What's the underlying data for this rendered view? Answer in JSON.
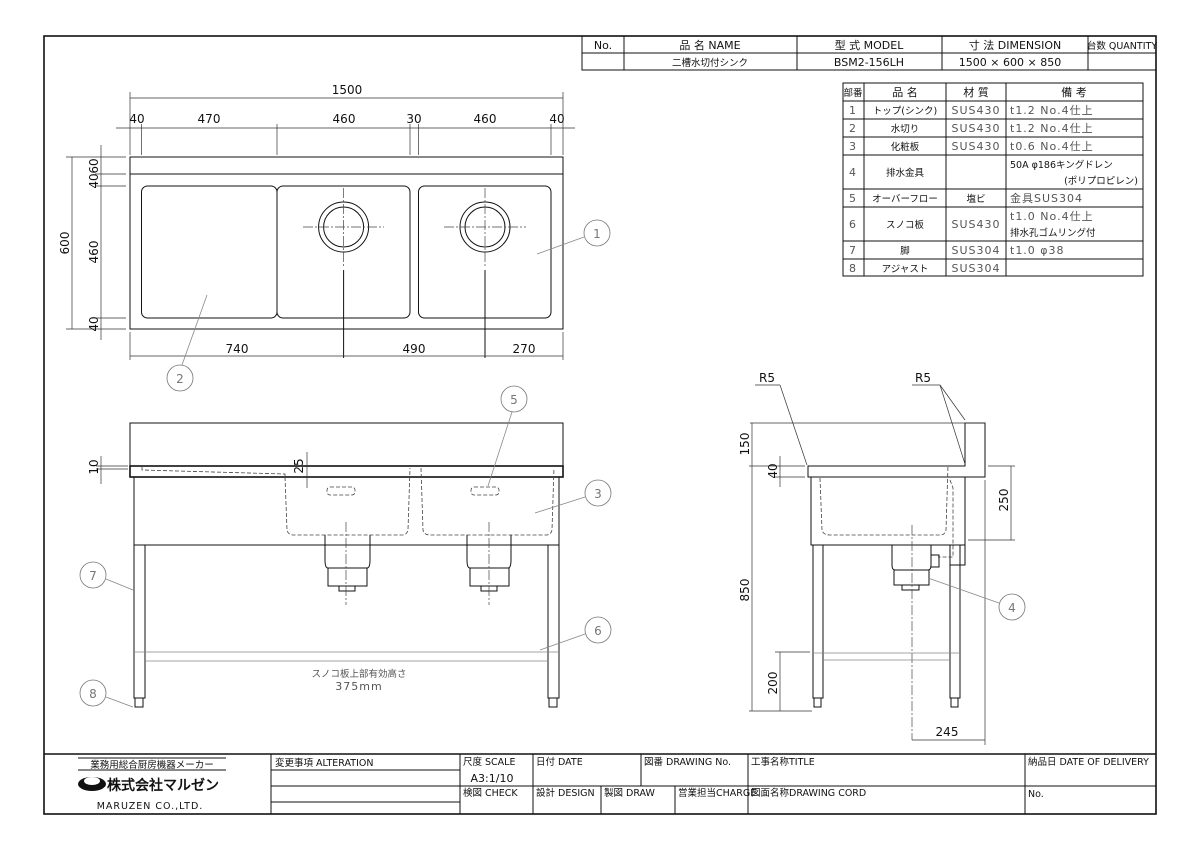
{
  "header_table": {
    "headers": {
      "no": "No.",
      "name": "品 名 NAME",
      "model": "型 式 MODEL",
      "dimension": "寸 法 DIMENSION",
      "quantity": "台数 QUANTITY"
    },
    "row": {
      "no": "",
      "name": "二槽水切付シンク",
      "model": "BSM2-156LH",
      "dimension": "1500 × 600 × 850",
      "quantity": ""
    }
  },
  "parts_table": {
    "headers": [
      "部番",
      "品 名",
      "材 質",
      "備 考"
    ],
    "rows": [
      {
        "no": "1",
        "name": "トップ(シンク)",
        "material": "SUS430",
        "remarks": [
          "t1.2 No.4仕上"
        ]
      },
      {
        "no": "2",
        "name": "水切り",
        "material": "SUS430",
        "remarks": [
          "t1.2 No.4仕上"
        ]
      },
      {
        "no": "3",
        "name": "化粧板",
        "material": "SUS430",
        "remarks": [
          "t0.6 No.4仕上"
        ]
      },
      {
        "no": "4",
        "name": "排水金具",
        "material": "",
        "remarks": [
          "50A φ186キングドレン",
          "(ポリプロピレン)"
        ]
      },
      {
        "no": "5",
        "name": "オーバーフロー",
        "material": "塩ビ",
        "remarks": [
          "金具SUS304"
        ]
      },
      {
        "no": "6",
        "name": "スノコ板",
        "material": "SUS430",
        "remarks": [
          "t1.0 No.4仕上",
          "排水孔ゴムリング付"
        ]
      },
      {
        "no": "7",
        "name": "脚",
        "material": "SUS304",
        "remarks": [
          "t1.0 φ38"
        ]
      },
      {
        "no": "8",
        "name": "アジャスト",
        "material": "SUS304",
        "remarks": [
          ""
        ]
      }
    ]
  },
  "plan_view": {
    "overall_width": "1500",
    "segments_top": [
      "40",
      "470",
      "460",
      "30",
      "460",
      "40"
    ],
    "overall_depth": "600",
    "segments_left": [
      "60",
      "40",
      "460",
      "40"
    ],
    "segments_bottom": [
      "740",
      "490",
      "270"
    ]
  },
  "front_view": {
    "dim_10": "10",
    "dim_25": "25",
    "shelf_note": "スノコ板上部有効高さ",
    "shelf_clearance": "375mm"
  },
  "side_view": {
    "radius_left": "R5",
    "radius_right": "R5",
    "dim_150": "150",
    "dim_40": "40",
    "dim_850": "850",
    "dim_200": "200",
    "dim_250": "250",
    "dim_245": "245"
  },
  "balloons": [
    "1",
    "2",
    "3",
    "4",
    "5",
    "6",
    "7",
    "8"
  ],
  "title_block": {
    "company_tagline": "業務用総合厨房機器メーカー",
    "company_name_jp": "株式会社マルゼン",
    "company_name_en": "MARUZEN CO.,LTD.",
    "alteration": "変更事項 ALTERATION",
    "scale_label": "尺度 SCALE",
    "scale_value": "A3:1/10",
    "date": "日付 DATE",
    "drawing_no": "図番 DRAWING No.",
    "title": "工事名称TITLE",
    "delivery": "納品日 DATE OF DELIVERY",
    "check": "検図 CHECK",
    "design": "設計 DESIGN",
    "draw": "製図 DRAW",
    "charge": "営業担当CHARGE",
    "drawing_cord": "図面名称DRAWING CORD",
    "no": "No."
  }
}
